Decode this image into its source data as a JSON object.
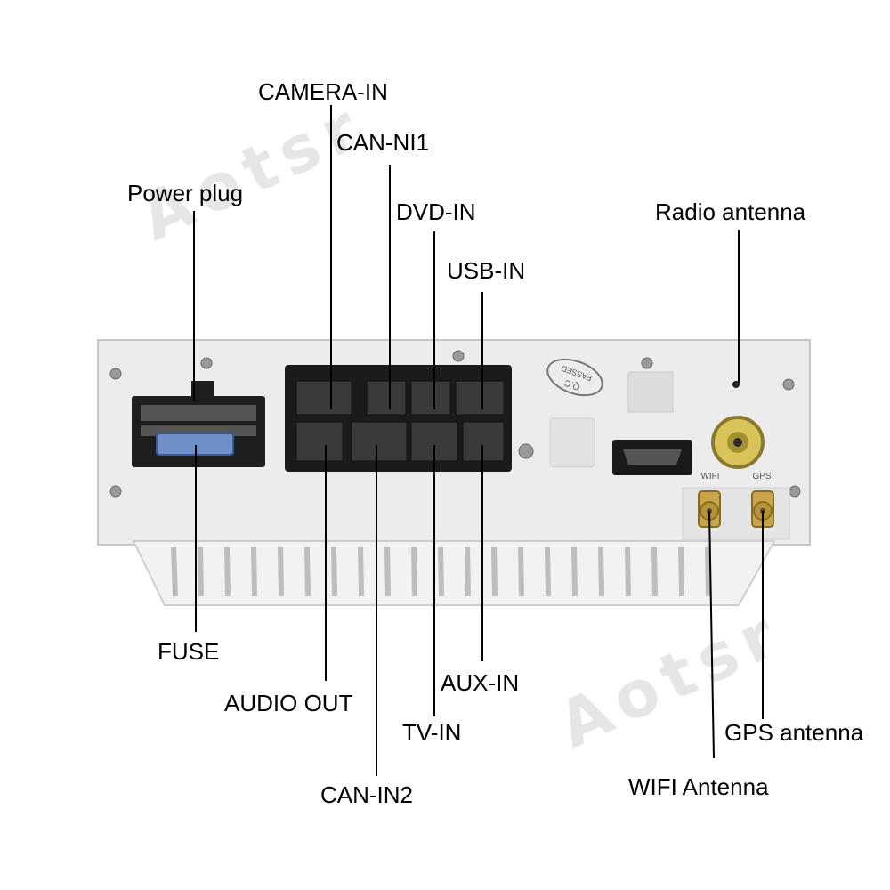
{
  "watermark": {
    "text": "Aotsr"
  },
  "panel": {
    "hdmi": "HDMI",
    "qc_stamp_line1": "Q.C",
    "qc_stamp_line2": "PASSED",
    "wifi_port": "WIFI",
    "gps_port": "GPS"
  },
  "labels": {
    "camera_in": "CAMERA-IN",
    "can_ni1": "CAN-NI1",
    "power_plug": "Power plug",
    "dvd_in": "DVD-IN",
    "usb_in": "USB-IN",
    "radio_antenna": "Radio antenna",
    "fuse": "FUSE",
    "audio_out": "AUDIO OUT",
    "aux_in": "AUX-IN",
    "tv_in": "TV-IN",
    "gps_antenna": "GPS antenna",
    "can_in2": "CAN-IN2",
    "wifi_antenna": "WIFI Antenna"
  },
  "colors": {
    "panel": "#ececec",
    "connector_block": "#1b1b1b",
    "fuse": "#6f8fc9",
    "antenna_gold": "#c9a54a",
    "radio_socket": "#d8c45a"
  }
}
